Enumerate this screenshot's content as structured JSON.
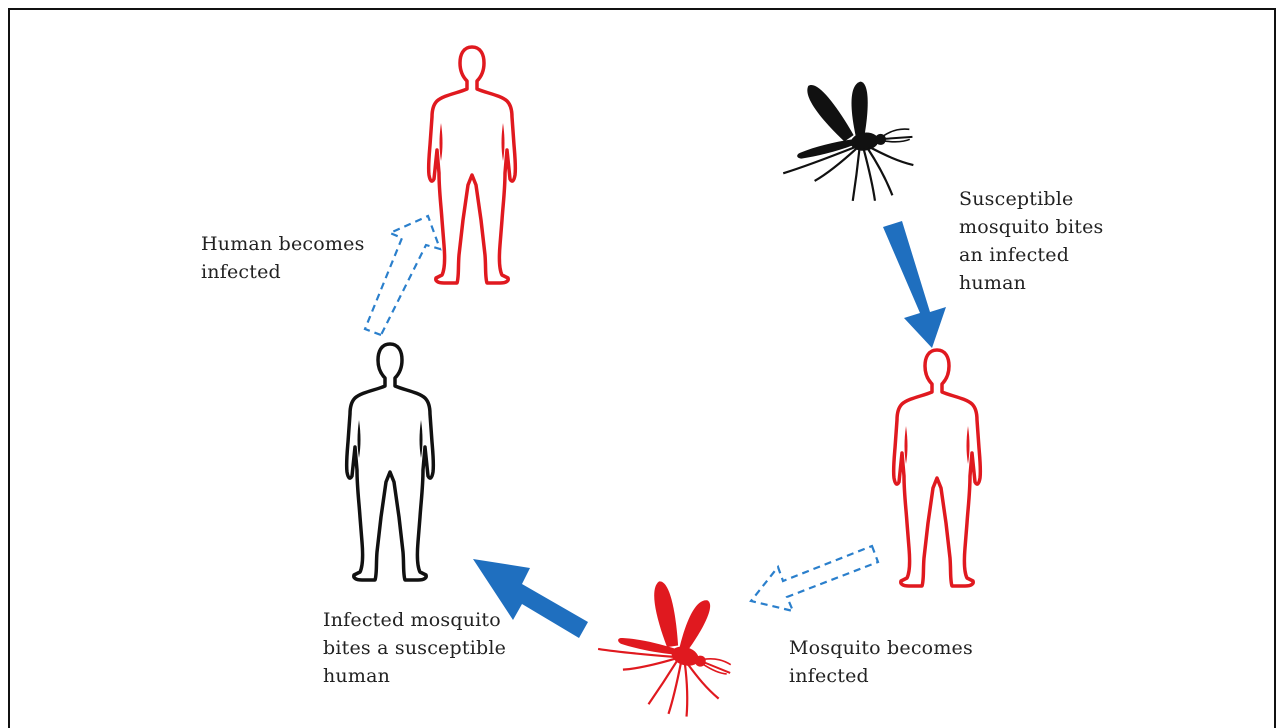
{
  "labels": {
    "susceptible_mosquito_bites": "Susceptible\nmosquito bites\nan infected\nhuman",
    "human_becomes_infected": "Human becomes\ninfected",
    "mosquito_becomes_infected": "Mosquito becomes\ninfected",
    "infected_mosquito_bites": "Infected mosquito\nbites a susceptible\nhuman"
  },
  "colors": {
    "infected": "#e0191f",
    "susceptible": "#111111",
    "solid_arrow": "#1f6fbf",
    "dashed_arrow": "#2a7fcc",
    "frame": "#111111",
    "text": "#222222"
  },
  "figures": [
    {
      "id": "human-top",
      "kind": "human",
      "state": "infected"
    },
    {
      "id": "human-right",
      "kind": "human",
      "state": "infected"
    },
    {
      "id": "human-left",
      "kind": "human",
      "state": "susceptible"
    },
    {
      "id": "mosquito-top-right",
      "kind": "mosquito",
      "state": "susceptible"
    },
    {
      "id": "mosquito-bottom",
      "kind": "mosquito",
      "state": "infected"
    }
  ],
  "arrows": [
    {
      "id": "arrow-susceptible-bite",
      "style": "solid"
    },
    {
      "id": "arrow-mosquito-infected",
      "style": "dashed"
    },
    {
      "id": "arrow-infected-bite",
      "style": "solid"
    },
    {
      "id": "arrow-human-infected",
      "style": "dashed"
    }
  ]
}
